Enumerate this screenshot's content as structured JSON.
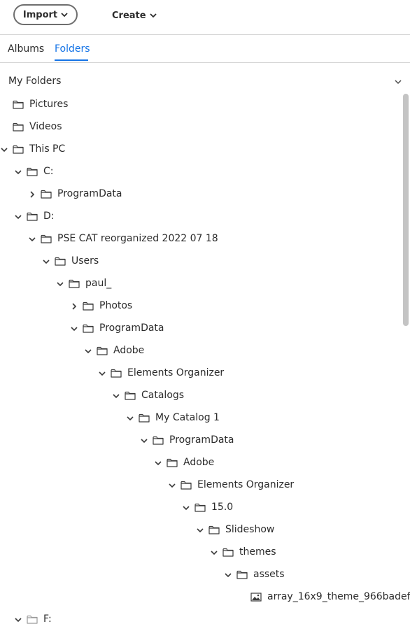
{
  "toolbar": {
    "import_label": "Import",
    "create_label": "Create"
  },
  "tabs": [
    {
      "label": "Albums",
      "active": false
    },
    {
      "label": "Folders",
      "active": true
    }
  ],
  "section": {
    "title": "My Folders"
  },
  "colors": {
    "accent": "#1473e6",
    "text": "#2c2c2c",
    "divider": "#d5d5d5"
  },
  "tree": [
    {
      "label": "Pictures",
      "level": 0,
      "toggle": "none",
      "icon": "folder-icon"
    },
    {
      "label": "Videos",
      "level": 0,
      "toggle": "none",
      "icon": "folder-icon"
    },
    {
      "label": "This PC",
      "level": 0,
      "toggle": "expanded",
      "icon": "folder-icon"
    },
    {
      "label": "C:",
      "level": 1,
      "toggle": "expanded",
      "icon": "folder-icon"
    },
    {
      "label": "ProgramData",
      "level": 2,
      "toggle": "collapsed",
      "icon": "folder-icon"
    },
    {
      "label": "D:",
      "level": 1,
      "toggle": "expanded",
      "icon": "folder-icon"
    },
    {
      "label": "PSE CAT reorganized 2022 07 18",
      "level": 2,
      "toggle": "expanded",
      "icon": "folder-icon"
    },
    {
      "label": "Users",
      "level": 3,
      "toggle": "expanded",
      "icon": "folder-icon"
    },
    {
      "label": "paul_",
      "level": 4,
      "toggle": "expanded",
      "icon": "folder-icon"
    },
    {
      "label": "Photos",
      "level": 5,
      "toggle": "collapsed",
      "icon": "folder-icon"
    },
    {
      "label": "ProgramData",
      "level": 5,
      "toggle": "expanded",
      "icon": "folder-icon"
    },
    {
      "label": "Adobe",
      "level": 6,
      "toggle": "expanded",
      "icon": "folder-icon"
    },
    {
      "label": "Elements Organizer",
      "level": 7,
      "toggle": "expanded",
      "icon": "folder-icon"
    },
    {
      "label": "Catalogs",
      "level": 8,
      "toggle": "expanded",
      "icon": "folder-icon"
    },
    {
      "label": "My Catalog 1",
      "level": 9,
      "toggle": "expanded",
      "icon": "folder-icon"
    },
    {
      "label": "ProgramData",
      "level": 10,
      "toggle": "expanded",
      "icon": "folder-icon"
    },
    {
      "label": "Adobe",
      "level": 11,
      "toggle": "expanded",
      "icon": "folder-icon"
    },
    {
      "label": "Elements Organizer",
      "level": 12,
      "toggle": "expanded",
      "icon": "folder-icon"
    },
    {
      "label": "15.0",
      "level": 13,
      "toggle": "expanded",
      "icon": "folder-icon"
    },
    {
      "label": "Slideshow",
      "level": 14,
      "toggle": "expanded",
      "icon": "folder-icon"
    },
    {
      "label": "themes",
      "level": 15,
      "toggle": "expanded",
      "icon": "folder-icon"
    },
    {
      "label": "assets",
      "level": 16,
      "toggle": "expanded",
      "icon": "folder-icon"
    },
    {
      "label": "array_16x9_theme_966badef...",
      "level": 17,
      "toggle": "none",
      "icon": "image-icon"
    },
    {
      "label": "F:",
      "level": 1,
      "toggle": "expanded",
      "icon": "folder-icon",
      "dimmed": true
    }
  ]
}
